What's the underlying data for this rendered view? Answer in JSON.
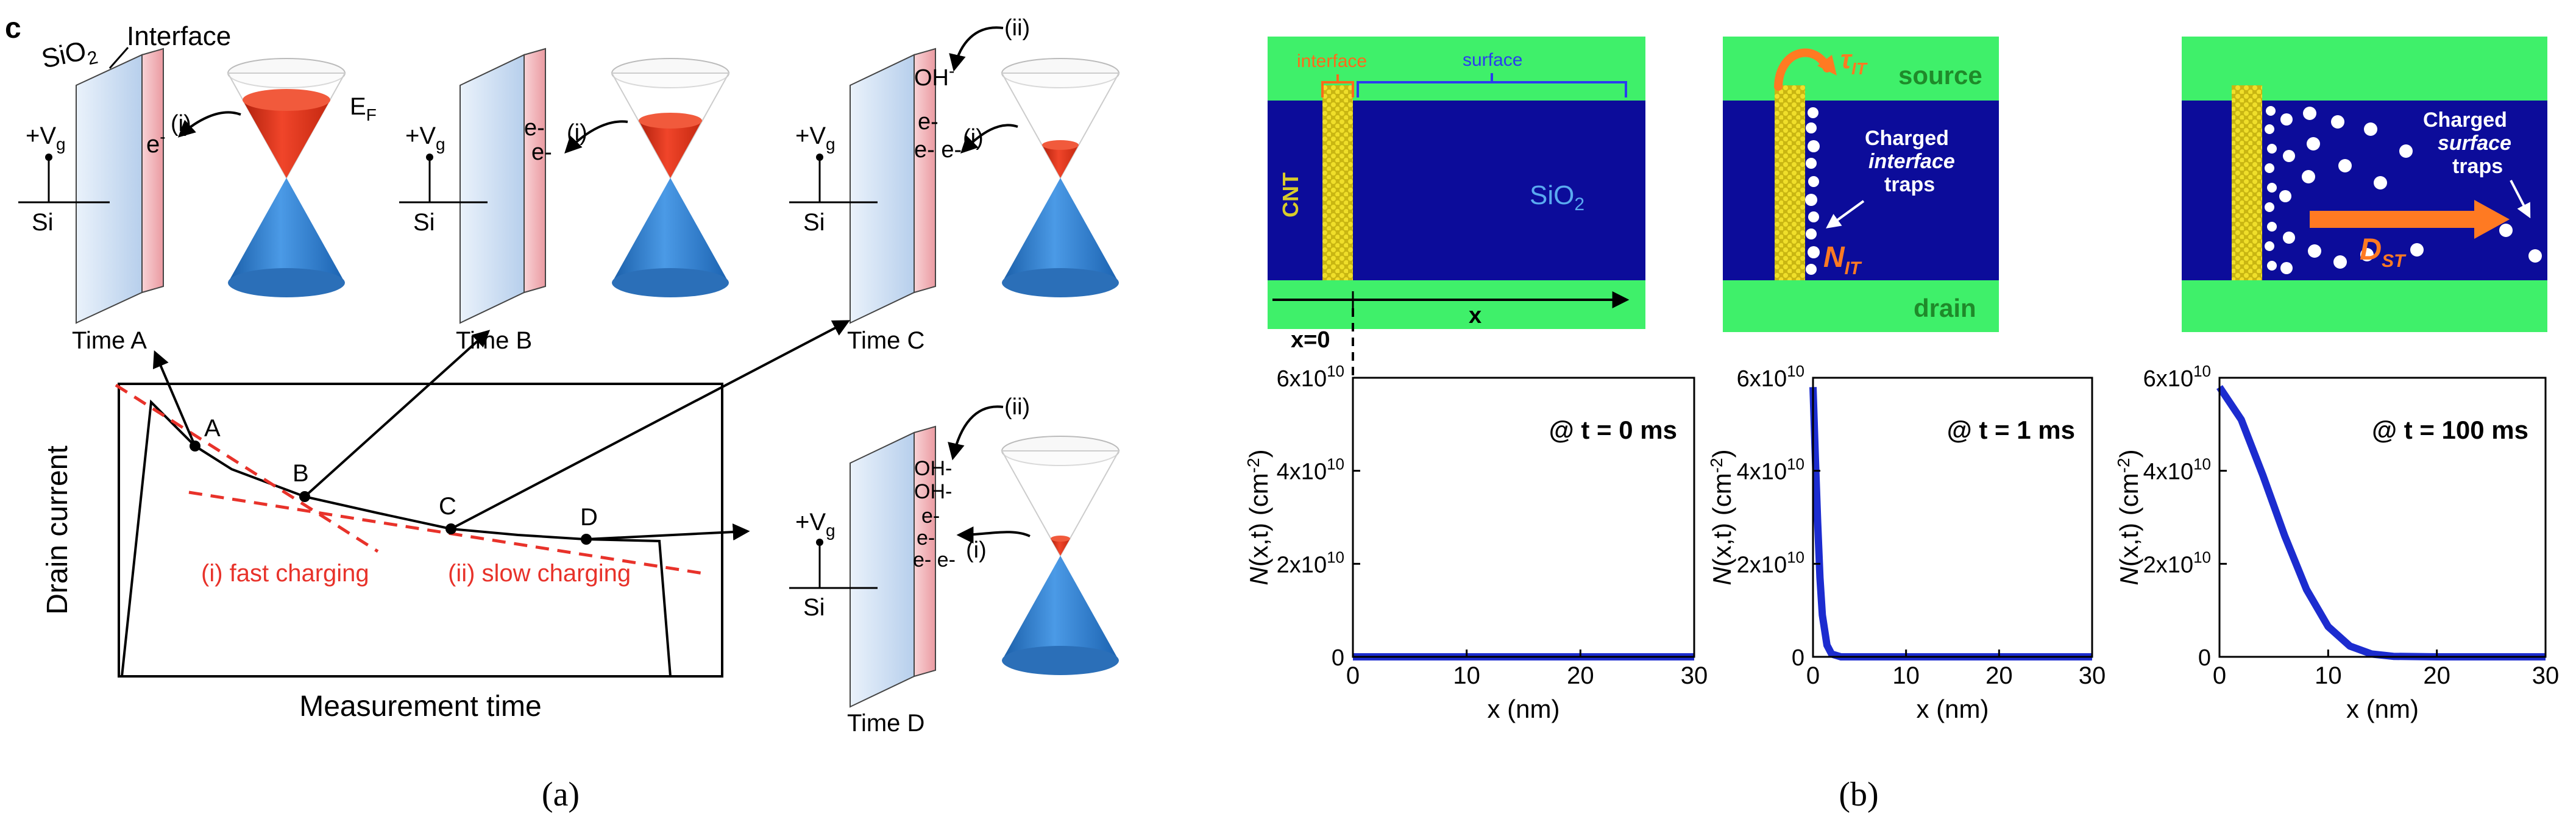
{
  "colors": {
    "substrate_blue": "#c9ddf0",
    "interface_pink": "#f2b2b8",
    "cone_red": "#e2331a",
    "cone_blue": "#2f7fd0",
    "cone_outline": "#c8c8c8",
    "fit_red": "#e8322a",
    "green": "#3ff06a",
    "sio2_dark": "#0c0c9a",
    "cnt_yellow": "#e6d21a",
    "label_yellow": "#d8cc2a",
    "sio2_label_blue": "#5aaaf0",
    "orange": "#ff7a22",
    "drain_green": "#1f8a2a",
    "curve_blue": "#1c2ccf"
  },
  "icons": {
    "energy_band": "dirac-cone-icon",
    "orange_hop": "curved-arrow-icon",
    "trap": "trap-dot-icon"
  },
  "panel_a": {
    "letter": "c",
    "snapshots": [
      {
        "time": "Time A",
        "sio2": "SiO",
        "sio2_sub": "2",
        "interface": "Interface",
        "gate": "+V",
        "gate_sub": "g",
        "si": "Si",
        "charges": [
          "e",
          "-"
        ],
        "mark_i": "(i)",
        "ef": "E",
        "ef_sub": "F",
        "fill_level": 0.55
      },
      {
        "time": "Time B",
        "gate": "+V",
        "gate_sub": "g",
        "si": "Si",
        "charges": [
          "e-",
          "e-"
        ],
        "mark_i": "(i)",
        "fill_level": 0.4
      },
      {
        "time": "Time C",
        "gate": "+V",
        "gate_sub": "g",
        "si": "Si",
        "oh": "OH",
        "oh_sup": "-",
        "charges": [
          "e-",
          "e- e-"
        ],
        "mark_i": "(i)",
        "mark_ii": "(ii)",
        "fill_level": 0.22
      },
      {
        "time": "Time D",
        "gate": "+V",
        "gate_sub": "g",
        "si": "Si",
        "oh": [
          "OH-",
          "OH-"
        ],
        "charges": [
          "e-",
          "e-",
          "e- e-"
        ],
        "mark_i": "(i)",
        "mark_ii": "(ii)",
        "fill_level": 0.1
      }
    ],
    "graph": {
      "ylabel": "Drain current",
      "xlabel": "Measurement time",
      "points": [
        "A",
        "B",
        "C",
        "D"
      ],
      "fast": "(i) fast charging",
      "slow": "(ii) slow charging"
    },
    "caption": "(a)"
  },
  "panel_b": {
    "top": {
      "interface": "interface",
      "surface": "surface",
      "source": "source",
      "drain": "drain",
      "cnt": "CNT",
      "sio2": "SiO",
      "sio2_sub": "2",
      "x": "x",
      "x0": "x=0",
      "tau": "τ",
      "tau_sub": "IT",
      "interface_traps": [
        "Charged",
        "interface",
        "traps"
      ],
      "nit": "N",
      "nit_sub": "IT",
      "surface_traps": [
        "Charged",
        "surface",
        "traps"
      ],
      "dst": "D",
      "dst_sub": "ST"
    },
    "ylabel_main": "N",
    "ylabel_rest": "(x,t)  (cm",
    "ylabel_sup": "-2",
    "ylabel_close": ")",
    "xlabel": "x (nm)",
    "caption": "(b)"
  },
  "chart_data": [
    {
      "type": "line",
      "annotation": "@ t = 0 ms",
      "xlabel": "x (nm)",
      "ylabel": "N(x,t) (cm-2)",
      "xlim": [
        0,
        30
      ],
      "ylim": [
        0,
        60000000000.0
      ],
      "xticks": [
        "0",
        "10",
        "20",
        "30"
      ],
      "yticks": [
        "0",
        "2x10",
        "4x10",
        "6x10"
      ],
      "ytick_exp": "10",
      "series": [
        {
          "x": [
            0,
            5,
            10,
            15,
            20,
            25,
            30
          ],
          "y": [
            0,
            0,
            0,
            0,
            0,
            0,
            0
          ]
        }
      ]
    },
    {
      "type": "line",
      "annotation": "@ t = 1 ms",
      "xlabel": "x (nm)",
      "ylabel": "N(x,t) (cm-2)",
      "xlim": [
        0,
        30
      ],
      "ylim": [
        0,
        60000000000.0
      ],
      "xticks": [
        "0",
        "10",
        "20",
        "30"
      ],
      "yticks": [
        "0",
        "2x10",
        "4x10",
        "6x10"
      ],
      "ytick_exp": "10",
      "series": [
        {
          "x": [
            0,
            0.25,
            0.5,
            0.75,
            1.0,
            1.5,
            2.0,
            3.0,
            5.0,
            30
          ],
          "y": [
            58000000000.0,
            43000000000.0,
            29000000000.0,
            17000000000.0,
            9000000000.0,
            2500000000.0,
            600000000.0,
            0,
            0,
            0
          ]
        }
      ]
    },
    {
      "type": "line",
      "annotation": "@ t = 100 ms",
      "xlabel": "x (nm)",
      "ylabel": "N(x,t) (cm-2)",
      "xlim": [
        0,
        30
      ],
      "ylim": [
        0,
        60000000000.0
      ],
      "xticks": [
        "0",
        "10",
        "20",
        "30"
      ],
      "yticks": [
        "0",
        "2x10",
        "4x10",
        "6x10"
      ],
      "ytick_exp": "10",
      "series": [
        {
          "x": [
            0,
            2,
            4,
            6,
            8,
            10,
            12,
            14,
            16,
            20,
            25,
            30
          ],
          "y": [
            58000000000.0,
            51000000000.0,
            39000000000.0,
            26000000000.0,
            14500000000.0,
            6500000000.0,
            2300000000.0,
            600000000.0,
            100000000.0,
            0,
            0,
            0
          ]
        }
      ]
    }
  ]
}
